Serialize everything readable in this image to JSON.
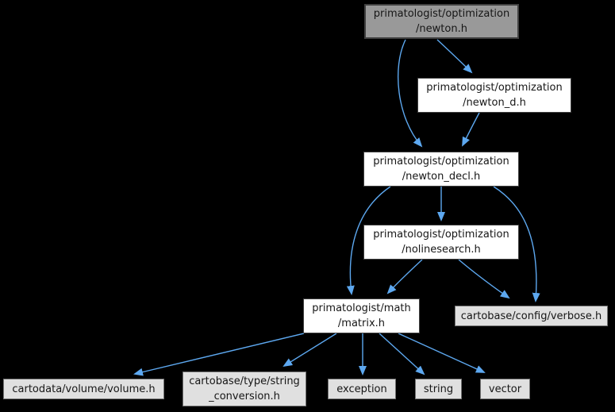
{
  "theme": {
    "background": "#000000",
    "edge": "#5da8f0",
    "node_border": "#404040",
    "leaf_border": "#737373",
    "current_fill": "#999999",
    "internal_fill": "#ffffff",
    "leaf_fill": "#e0e0e0",
    "text_color": "#161616"
  },
  "graph": {
    "type": "include-dependency-graph",
    "nodes": {
      "newton": {
        "line1": "primatologist/optimization",
        "line2": "/newton.h",
        "role": "current"
      },
      "newton_d": {
        "line1": "primatologist/optimization",
        "line2": "/newton_d.h",
        "role": "internal"
      },
      "newton_decl": {
        "line1": "primatologist/optimization",
        "line2": "/newton_decl.h",
        "role": "internal"
      },
      "nolinesearch": {
        "line1": "primatologist/optimization",
        "line2": "/nolinesearch.h",
        "role": "internal"
      },
      "matrix": {
        "line1": "primatologist/math",
        "line2": "/matrix.h",
        "role": "internal"
      },
      "verbose": {
        "line1": "cartobase/config/verbose.h",
        "role": "external"
      },
      "volume": {
        "line1": "cartodata/volume/volume.h",
        "role": "external"
      },
      "string_conversion": {
        "line1": "cartobase/type/string",
        "line2": "_conversion.h",
        "role": "external"
      },
      "exception": {
        "line1": "exception",
        "role": "external"
      },
      "string": {
        "line1": "string",
        "role": "external"
      },
      "vector": {
        "line1": "vector",
        "role": "external"
      }
    },
    "edges": [
      {
        "from": "primatologist/optimization/newton.h",
        "to": "primatologist/optimization/newton_d.h"
      },
      {
        "from": "primatologist/optimization/newton.h",
        "to": "primatologist/optimization/newton_decl.h"
      },
      {
        "from": "primatologist/optimization/newton_d.h",
        "to": "primatologist/optimization/newton_decl.h"
      },
      {
        "from": "primatologist/optimization/newton_decl.h",
        "to": "primatologist/optimization/nolinesearch.h"
      },
      {
        "from": "primatologist/optimization/newton_decl.h",
        "to": "primatologist/math/matrix.h"
      },
      {
        "from": "primatologist/optimization/newton_decl.h",
        "to": "cartobase/config/verbose.h"
      },
      {
        "from": "primatologist/optimization/nolinesearch.h",
        "to": "primatologist/math/matrix.h"
      },
      {
        "from": "primatologist/optimization/nolinesearch.h",
        "to": "cartobase/config/verbose.h"
      },
      {
        "from": "primatologist/math/matrix.h",
        "to": "cartodata/volume/volume.h"
      },
      {
        "from": "primatologist/math/matrix.h",
        "to": "cartobase/type/string_conversion.h"
      },
      {
        "from": "primatologist/math/matrix.h",
        "to": "exception"
      },
      {
        "from": "primatologist/math/matrix.h",
        "to": "string"
      },
      {
        "from": "primatologist/math/matrix.h",
        "to": "vector"
      }
    ]
  }
}
